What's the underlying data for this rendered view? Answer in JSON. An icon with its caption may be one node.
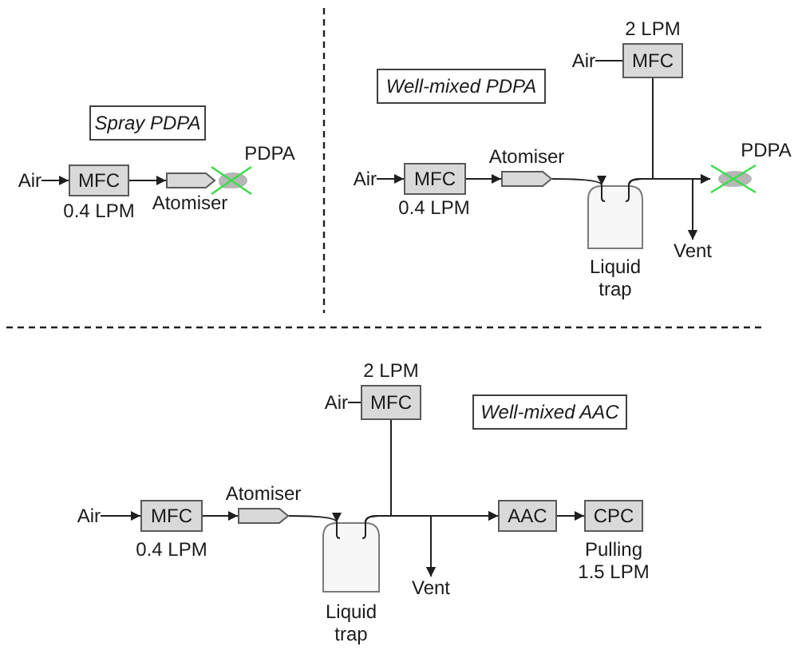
{
  "diagram": {
    "nodes": [
      {
        "text": [
          "Spray PDPA"
        ]
      },
      {
        "text": [
          "Air"
        ]
      },
      {
        "text": [
          "MFC"
        ],
        "beside": [
          "0.4 LPM"
        ]
      },
      {
        "text": [
          "Atomiser"
        ]
      },
      {
        "text": [
          "PDPA"
        ]
      },
      {
        "text": [
          "Air"
        ]
      },
      {
        "text": [
          "MFC"
        ],
        "beside": [
          "2 LPM"
        ]
      },
      {
        "text": [
          "Well-mixed PDPA"
        ]
      },
      {
        "text": [
          "Air"
        ]
      },
      {
        "text": [
          "MFC"
        ],
        "beside": [
          "0.4 LPM"
        ]
      },
      {
        "text": [
          "Atomiser"
        ]
      },
      {
        "text": [
          "Liquid trap"
        ]
      },
      {
        "text": [
          "PDPA"
        ]
      },
      {
        "text": [
          "Vent"
        ]
      },
      {
        "text": [
          "Air"
        ]
      },
      {
        "text": [
          "MFC"
        ],
        "beside": [
          "2 LPM"
        ]
      },
      {
        "text": [
          "Well-mixed AAC"
        ]
      },
      {
        "text": [
          "Air"
        ]
      },
      {
        "text": [
          "MFC"
        ],
        "beside": [
          "0.4 LPM"
        ]
      },
      {
        "text": [
          "Atomiser"
        ]
      },
      {
        "text": [
          "Liquid trap"
        ]
      },
      {
        "text": [
          "AAC"
        ]
      },
      {
        "text": [
          "CPC"
        ],
        "beside": [
          "Pulling 1.5 LPM"
        ]
      },
      {
        "text": [
          "Vent"
        ]
      }
    ],
    "edges": [
      {
        "from": 1,
        "to": 2,
        "arrow": "to"
      },
      {
        "from": 2,
        "to": 3,
        "arrow": "to"
      },
      {
        "from": 5,
        "to": 6,
        "arrow": "none"
      },
      {
        "from": 8,
        "to": 9,
        "arrow": "to"
      },
      {
        "from": 9,
        "to": 10,
        "arrow": "to"
      },
      {
        "from": 10,
        "to": 11,
        "arrow": "to"
      },
      {
        "from": 11,
        "to": 12,
        "arrow": "to"
      },
      {
        "from": 11,
        "to": 13,
        "arrow": "to"
      },
      {
        "from": 6,
        "to": 12,
        "arrow": "to"
      },
      {
        "from": 6,
        "to": 13,
        "arrow": "to"
      },
      {
        "from": 14,
        "to": 15,
        "arrow": "none"
      },
      {
        "from": 17,
        "to": 18,
        "arrow": "to"
      },
      {
        "from": 18,
        "to": 19,
        "arrow": "to"
      },
      {
        "from": 19,
        "to": 20,
        "arrow": "to"
      },
      {
        "from": 20,
        "to": 21,
        "arrow": "to"
      },
      {
        "from": 20,
        "to": 23,
        "arrow": "to"
      },
      {
        "from": 15,
        "to": 21,
        "arrow": "to"
      },
      {
        "from": 15,
        "to": 23,
        "arrow": "to"
      },
      {
        "from": 21,
        "to": 22,
        "arrow": "to"
      }
    ]
  }
}
